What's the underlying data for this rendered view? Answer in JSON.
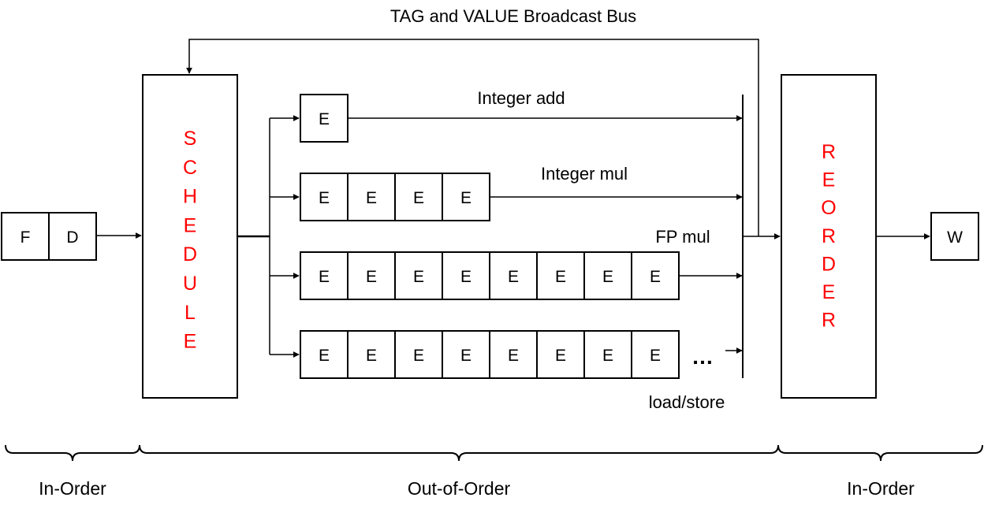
{
  "bus_label": "TAG and VALUE Broadcast Bus",
  "frontend": {
    "fetch": "F",
    "decode": "D"
  },
  "schedule": {
    "letters": [
      "S",
      "C",
      "H",
      "E",
      "D",
      "U",
      "L",
      "E"
    ],
    "color": "#ff0000"
  },
  "reorder": {
    "letters": [
      "R",
      "E",
      "O",
      "R",
      "D",
      "E",
      "R"
    ],
    "color": "#ff0000"
  },
  "writeback": "W",
  "pipelines": [
    {
      "label": "Integer add",
      "stages": [
        "E"
      ]
    },
    {
      "label": "Integer mul",
      "stages": [
        "E",
        "E",
        "E",
        "E"
      ]
    },
    {
      "label": "FP mul",
      "stages": [
        "E",
        "E",
        "E",
        "E",
        "E",
        "E",
        "E",
        "E"
      ]
    },
    {
      "label": "load/store",
      "stages": [
        "E",
        "E",
        "E",
        "E",
        "E",
        "E",
        "E",
        "E"
      ],
      "ellipsis": "…"
    }
  ],
  "sections": [
    {
      "label": "In-Order"
    },
    {
      "label": "Out-of-Order"
    },
    {
      "label": "In-Order"
    }
  ]
}
